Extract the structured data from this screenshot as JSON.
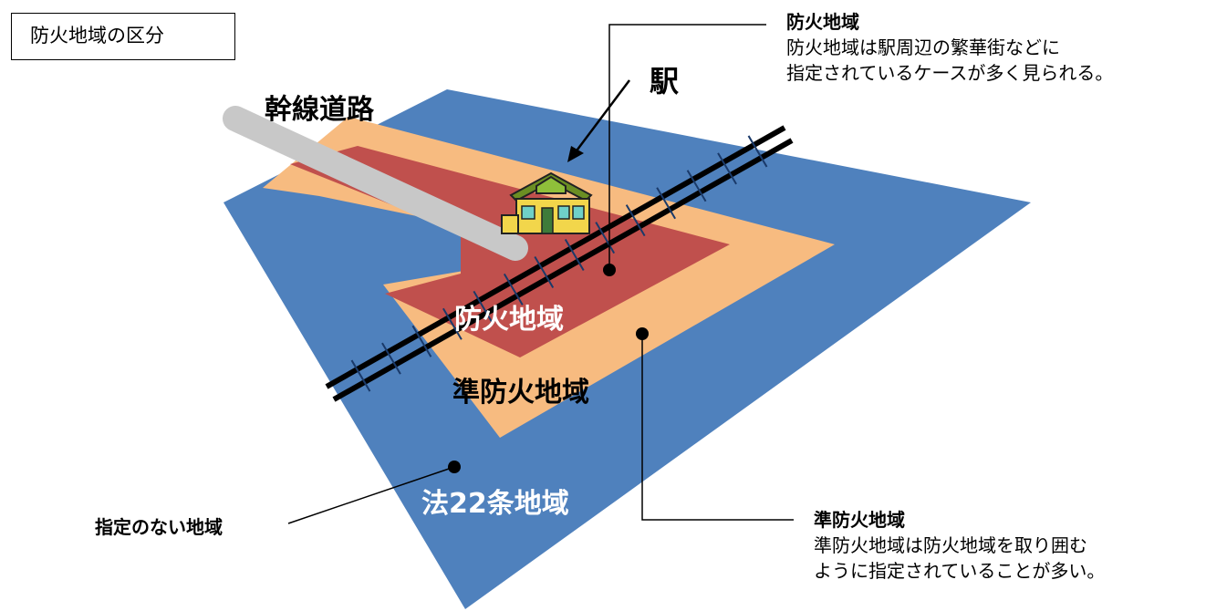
{
  "title": "防火地域の区分",
  "labels": {
    "station": "駅",
    "trunk_road": "幹線道路",
    "fire_zone": "防火地域",
    "quasi_fire_zone": "準防火地域",
    "article22_zone": "法22条地域"
  },
  "callouts": {
    "fire_zone": {
      "heading": "防火地域",
      "lines": [
        "防火地域は駅周辺の繁華街などに",
        "指定されているケースが多く見られる。"
      ]
    },
    "quasi_fire_zone": {
      "heading": "準防火地域",
      "lines": [
        "準防火地域は防火地域を取り囲む",
        "ように指定されていることが多い。"
      ]
    },
    "unassigned": {
      "label": "指定のない地域"
    }
  },
  "colors": {
    "article22_zone": "#4f81bd",
    "quasi_fire_zone": "#f7bb80",
    "fire_zone": "#c0504d",
    "road": "#c8c8c8",
    "rail": "#000000"
  },
  "icons": [
    "station-building-icon"
  ]
}
